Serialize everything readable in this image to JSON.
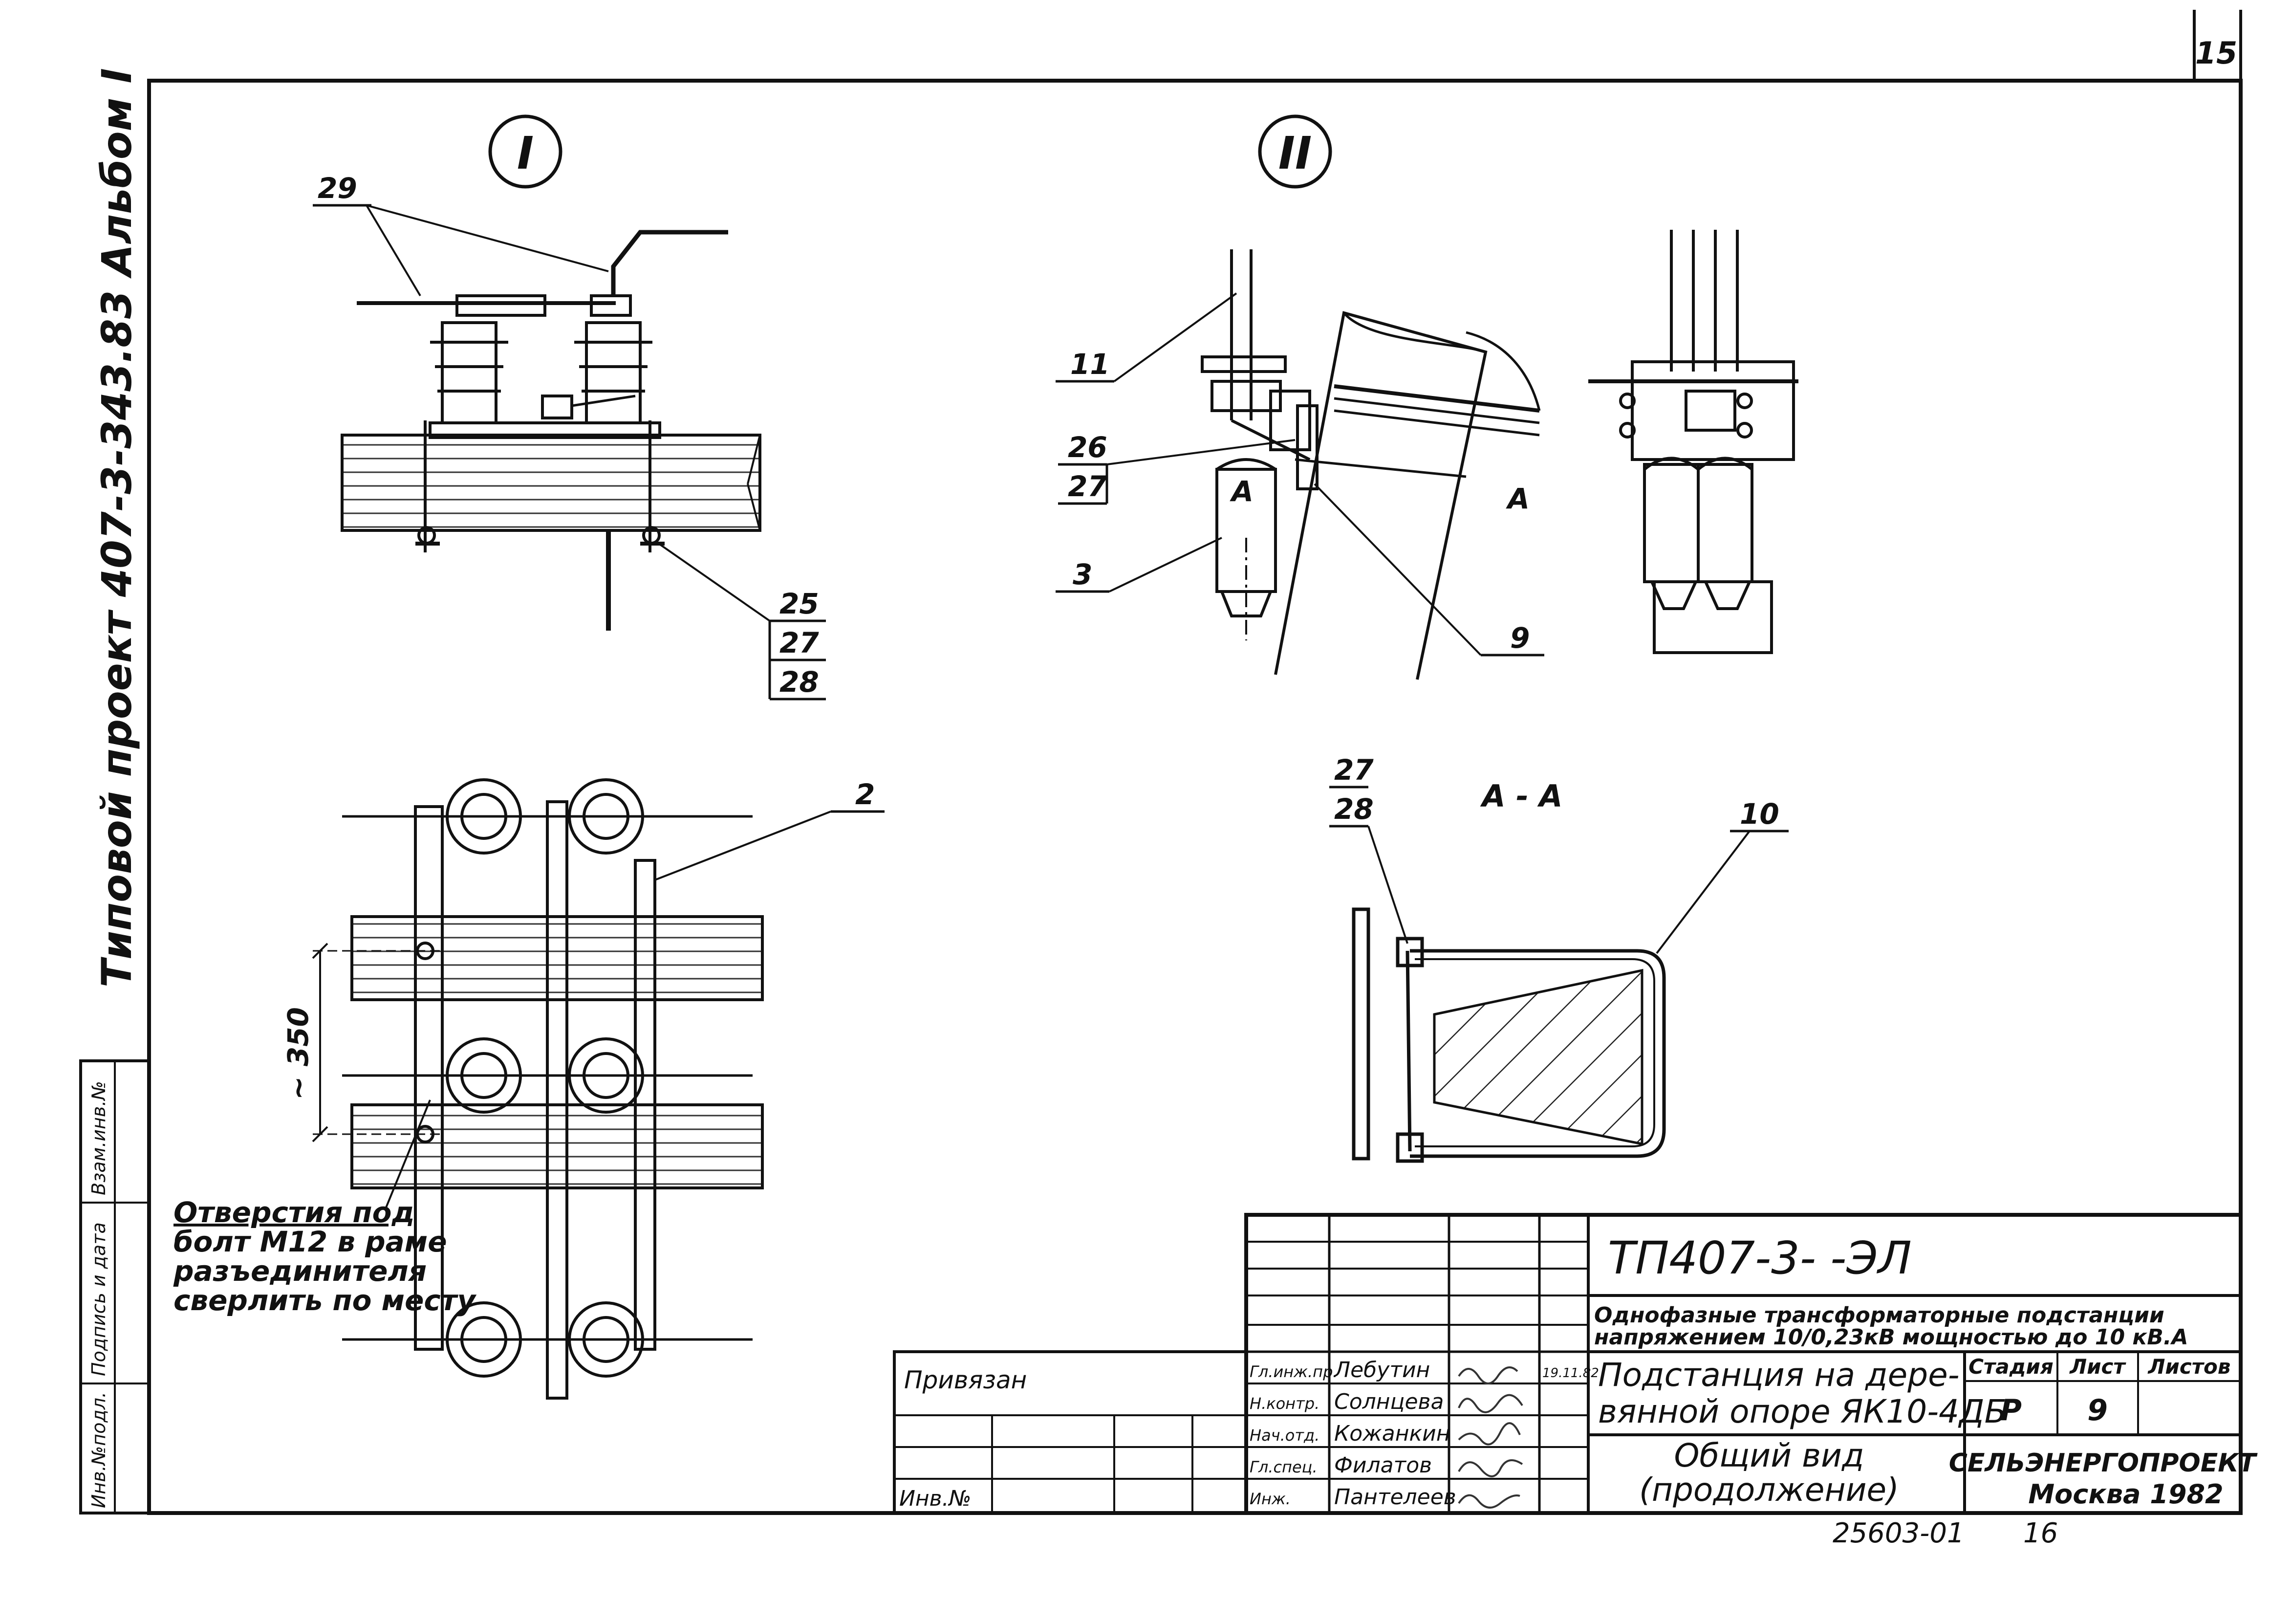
{
  "sheet_number": "15",
  "views": {
    "view1": "I",
    "view2": "II",
    "section": "A - A",
    "section_mark": "A"
  },
  "side_stamp": {
    "text": "Типовой    проект    407-3-343.83 Альбом I",
    "cells": [
      "Взам.инв.№",
      "Подпись и дата",
      "Инв.№подл."
    ]
  },
  "callouts": {
    "v1": [
      "29",
      "25",
      "27",
      "28"
    ],
    "v2": [
      "11",
      "26",
      "27",
      "3",
      "9"
    ],
    "plan": [
      "2"
    ],
    "sec": [
      "27",
      "28",
      "10"
    ]
  },
  "dimension": "~ 350",
  "note": [
    "Отверстия под",
    "болт М12 в раме",
    "разъединителя",
    "сверлить по месту"
  ],
  "title_block": {
    "code": "ТП407-3-         -ЭЛ",
    "description": [
      "Однофазные трансформаторные подстанции",
      "напряжением 10/0,23кВ мощностью до 10 кВ.А"
    ],
    "object_name": [
      "Подстанция на дере-",
      "вянной опоре ЯК10-4ДБ"
    ],
    "sheet_title": [
      "Общий вид",
      "(продолжение)"
    ],
    "privyazan": "Привязан",
    "inv": "Инв.№",
    "headers": [
      "Стадия",
      "Лист",
      "Листов"
    ],
    "stage": "Р",
    "sheet": "9",
    "signatures": [
      {
        "role": "Гл.инж.пр.",
        "name": "Лебутин"
      },
      {
        "role": "Н.контр.",
        "name": "Солнцева"
      },
      {
        "role": "Нач.отд.",
        "name": "Кожанкин"
      },
      {
        "role": "Гл.спец.",
        "name": "Филатов"
      },
      {
        "role": "Инж.",
        "name": "Пантелеев"
      }
    ],
    "date": "19.11.82",
    "org": "СЕЛЬЭНЕРГОПРОЕКТ",
    "city_year": "Москва 1982"
  },
  "bottom_numbers": {
    "archive": "25603-01",
    "page": "16"
  }
}
